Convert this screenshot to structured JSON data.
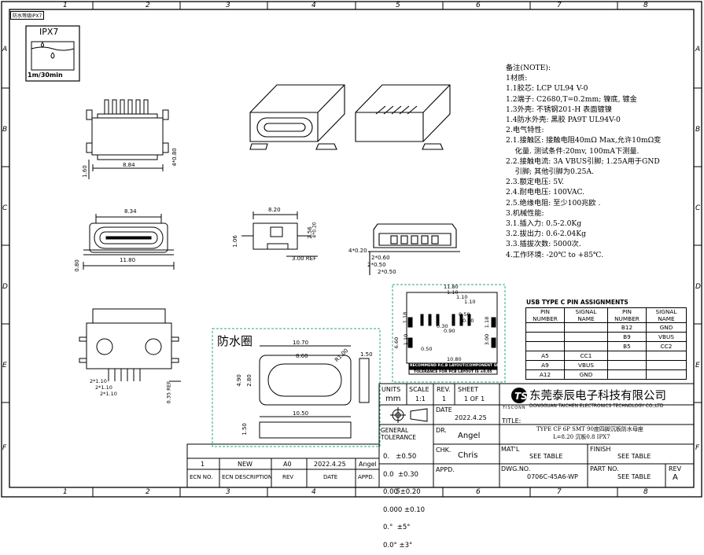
{
  "frame": {
    "columns": [
      "1",
      "2",
      "3",
      "4",
      "5",
      "6",
      "7",
      "8"
    ],
    "rows": [
      "A",
      "B",
      "C",
      "D",
      "E",
      "F"
    ]
  },
  "stamp": "防水等级IPX7",
  "ipx": {
    "rating": "IPX7",
    "depth": "1m/30min"
  },
  "dims_top_view": {
    "width": "8.84",
    "h_left": "1.60",
    "h_right": "4*0.80"
  },
  "dims_front_view": {
    "top": "8.34",
    "bottom": "11.80",
    "left": "0.80"
  },
  "dims_side_view": {
    "width": "8.20",
    "pitch": "4*0.20",
    "h": "1.06",
    "v": "2.56",
    "ref": "3.00 REF"
  },
  "dims_iso2": {
    "a": "4*0.20",
    "b": "2*0.60",
    "c": "2*0.50",
    "d": "2*0.50"
  },
  "dims_bottom_view": {
    "a": "2*1.10",
    "b": "2*1.10",
    "c": "2*1.10",
    "ref": "0.35 REF"
  },
  "waterproof": {
    "label": "防水圈",
    "w_outer": "10.70",
    "w_inner": "8.60",
    "radius": "R1.00",
    "h_outer": "4.90",
    "h_inner": "2.80",
    "side": "1.50",
    "w_bottom": "10.50",
    "h_bottom": "1.50"
  },
  "pcb_layout": {
    "w_total": "11.80",
    "w1": "1.10",
    "w2": "1.10",
    "w3": "1.10",
    "v1": "1.18",
    "v2": "1.18",
    "p1": "0.50",
    "p2": "0.30",
    "p3": "0.80",
    "p4": "0.30",
    "p5": "0.90",
    "h1": "6.60",
    "h2": "1.10",
    "h3": "3.00",
    "w_bottom": "10.80",
    "v3": "0.50",
    "caption1": "RECOMMEND P.C.B LAYOUT(COMPONENT SIDE)",
    "caption2": "TOLERANCE FOR PCB LAYOUT IS ±0.05"
  },
  "notes": [
    "备注(NOTE):",
    "1材质:",
    "1.1胶芯: LCP UL94 V-0",
    "1.2端子: C2680,T=0.2mm; 镍底, 镀金",
    "1.3外壳: 不锈钢201-H 表面镀镍",
    "1.4防水外壳: 黑胶 PA9T UL94V-0",
    "2.电气特性:",
    "2.1.接触区: 接触电阻40mΩ Max,允许10mΩ变",
    "    化量. 测试条件:20mv, 100mA下测量.",
    "2.2.接触电流: 3A VBUS引脚; 1.25A用于GND",
    "    引脚; 其他引脚为0.25A.",
    "2.3.额定电压: 5V.",
    "2.4.耐电电压: 100VAC.",
    "2.5.绝缘电阻: 至少100兆欧 .",
    "3.机械性能:",
    "3.1.插入力: 0.5-2.0Kg",
    "3.2.拔出力: 0.6-2.04Kg",
    "3.3.插拔次数: 5000次.",
    "4.工作环境: -20℃ to +85℃."
  ],
  "pin_table": {
    "title": "USB TYPE C PIN ASSIGNMENTS",
    "headers": [
      "PIN NUMBER",
      "SIGNAL NAME",
      "PIN NUMBER",
      "SIGNAL NAME"
    ],
    "rows": [
      [
        "",
        "",
        "B12",
        "GND"
      ],
      [
        "",
        "",
        "B9",
        "VBUS"
      ],
      [
        "",
        "",
        "B5",
        "CC2"
      ],
      [
        "A5",
        "CC1",
        "",
        ""
      ],
      [
        "A9",
        "VBUS",
        "",
        ""
      ],
      [
        "A12",
        "GND",
        "",
        ""
      ]
    ]
  },
  "title_block": {
    "units_label": "UNITS",
    "units": "mm",
    "scale_label": "SCALE",
    "scale": "1:1",
    "rev_label": "REV.",
    "rev": "1",
    "sheet_label": "SHEET",
    "sheet": "1 OF 1",
    "date_label": "DATE",
    "date": "2022.4.25",
    "company_cn": "东莞泰辰电子科技有限公司",
    "company_en": "DONGGUAN TAICHEN ELECTRONICS TECHNOLOGY CO.,LTD",
    "logo_text": "TISCONN",
    "title_label": "TITLE:",
    "title_line1": "TYPE CF 6P SMT 90度四脚沉板防水母座",
    "title_line2": "L=8.20 沉板0.8 IPX7",
    "tol_label": "GENERAL TOLERANCE",
    "tols": [
      "0.   ±0.50",
      "0.0  ±0.30",
      "0.00 ±0.20",
      "0.000 ±0.10",
      "0.°  ±5°",
      "0.0° ±3°"
    ],
    "dr_label": "DR.",
    "dr": "Angel",
    "chk_label": "CHK.",
    "chk": "Chris",
    "appd_label": "APPD.",
    "matl_label": "MAT'L",
    "matl": "SEE TABLE",
    "finish_label": "FINISH",
    "finish": "SEE TABLE",
    "dwg_label": "DWG.NO.",
    "dwg": "0706C-45A6-WP",
    "part_label": "PART NO.",
    "part": "SEE TABLE",
    "rev2_label": "REV",
    "rev2": "A"
  },
  "revision_block": {
    "row": [
      "1",
      "NEW",
      "A0",
      "2022.4.25",
      "Angel"
    ],
    "headers": [
      "ECN NO.",
      "ECN  DESCRIPTION",
      "REV",
      "DATE",
      "APPD."
    ]
  }
}
